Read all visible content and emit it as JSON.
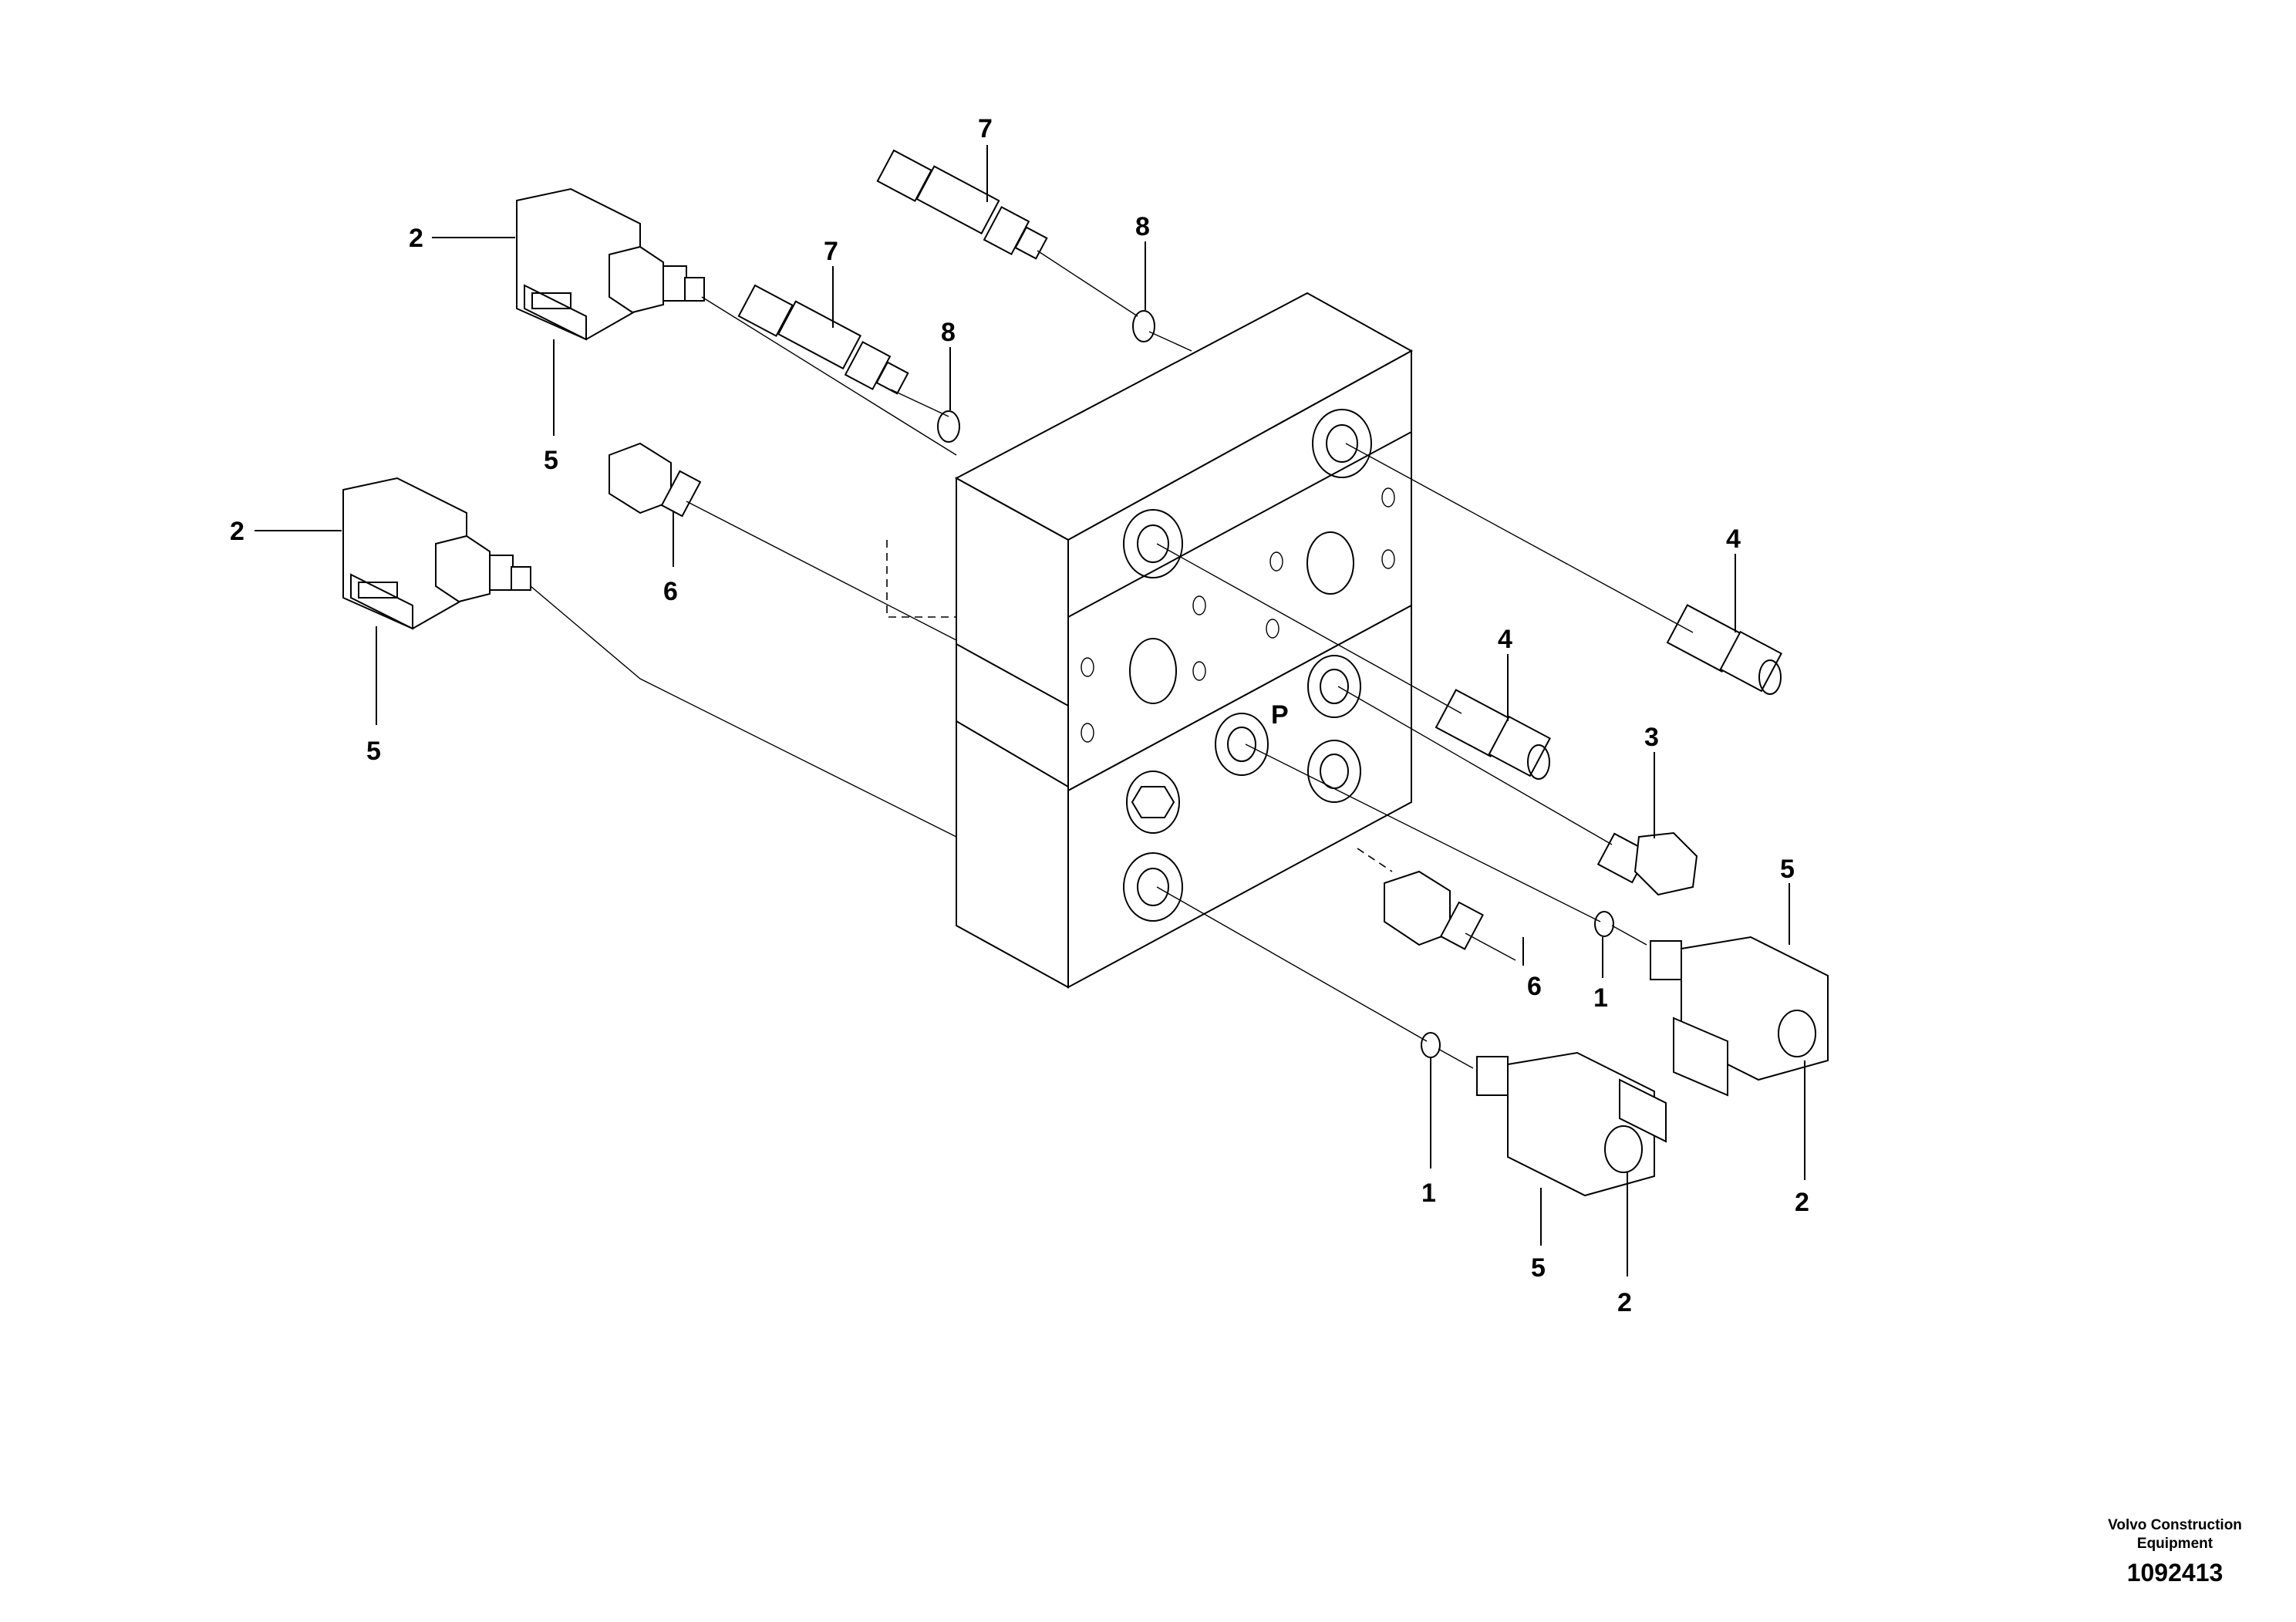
{
  "callouts": [
    {
      "id": "c2a",
      "label": "2"
    },
    {
      "id": "c5a",
      "label": "5"
    },
    {
      "id": "c2b",
      "label": "2"
    },
    {
      "id": "c5b",
      "label": "5"
    },
    {
      "id": "c7a",
      "label": "7"
    },
    {
      "id": "c8a",
      "label": "8"
    },
    {
      "id": "c7b",
      "label": "7"
    },
    {
      "id": "c8b",
      "label": "8"
    },
    {
      "id": "c6a",
      "label": "6"
    },
    {
      "id": "c4a",
      "label": "4"
    },
    {
      "id": "c4b",
      "label": "4"
    },
    {
      "id": "c3",
      "label": "3"
    },
    {
      "id": "c5c",
      "label": "5"
    },
    {
      "id": "c6b",
      "label": "6"
    },
    {
      "id": "c1a",
      "label": "1"
    },
    {
      "id": "c2c",
      "label": "2"
    },
    {
      "id": "c1b",
      "label": "1"
    },
    {
      "id": "c5d",
      "label": "5"
    },
    {
      "id": "c2d",
      "label": "2"
    }
  ],
  "port_marking": "P",
  "footer": {
    "brand_line1": "Volvo Construction",
    "brand_line2": "Equipment",
    "document_number": "1092413"
  }
}
